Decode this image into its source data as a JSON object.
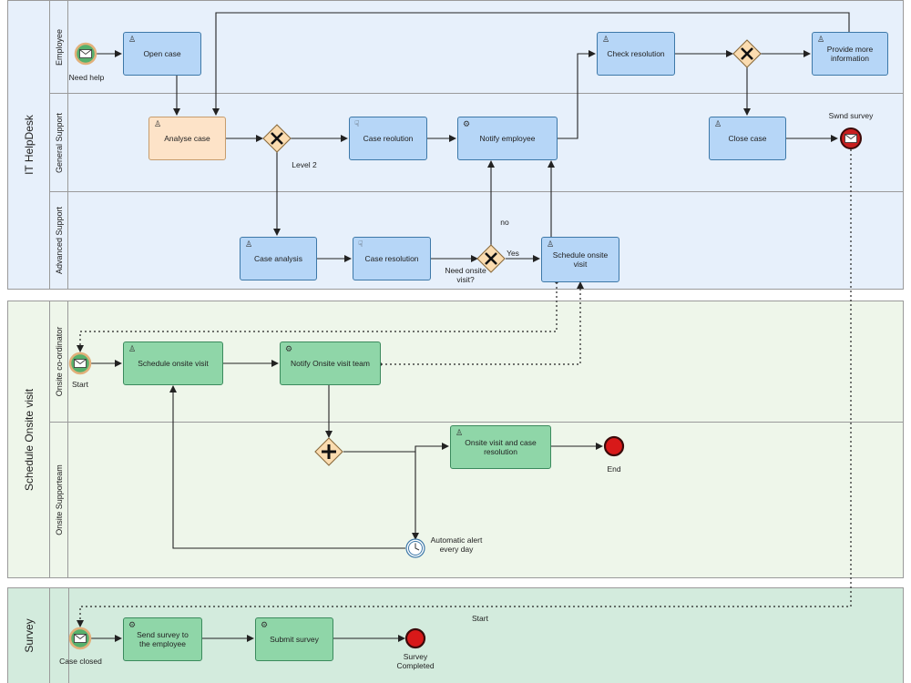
{
  "pools": {
    "it": {
      "label": "IT HelpDesk",
      "lanes": {
        "employee": "Employee",
        "general": "General Support",
        "advanced": "Advanced Support"
      }
    },
    "onsite": {
      "label": "Schedule Onsite visit",
      "lanes": {
        "coordinator": "Onsite co-ordinator",
        "support": "Onsite Supporteam"
      }
    },
    "survey": {
      "label": "Survey"
    }
  },
  "tasks": {
    "open_case": "Open case",
    "check_resolution": "Check resolution",
    "provide_info": "Provide more information",
    "analyse_case": "Analyse case",
    "case_reolution": "Case reolution",
    "notify_employee": "Notify employee",
    "close_case": "Close case",
    "case_analysis": "Case analysis",
    "case_resolution": "Case resolution",
    "schedule_visit_it": "Schedule onsite visit",
    "schedule_visit": "Schedule onsite visit",
    "notify_team": "Notify Onsite visit team",
    "onsite_visit_resolution": "Onsite visit and case resolution",
    "send_survey": "Send survey to the employee",
    "submit_survey": "Submit survey"
  },
  "labels": {
    "need_help": "Need help",
    "level2": "Level 2",
    "no": "no",
    "yes": "Yes",
    "need_onsite": "Need onsite visit?",
    "send_survey_event": "Swnd survey",
    "start1": "Start",
    "end1": "End",
    "auto_alert": "Automatic alert every day",
    "start2": "Start",
    "case_closed": "Case closed",
    "survey_completed": "Survey Completed"
  },
  "colors": {
    "it_pool": "#e7f0fb",
    "onsite_pool": "#eef6ea",
    "survey_pool": "#d3ebdd",
    "task_blue": "#b6d6f7",
    "task_orange": "#fde3c8",
    "task_green": "#8fd6a8",
    "gateway": "#fbdcb0",
    "message_start": "#56b06c",
    "message_end": "#c81f1f"
  },
  "icons": {
    "user_task": "user-icon",
    "service_task": "gear-icon",
    "manual_task": "hand-icon",
    "message_event": "envelope-icon",
    "timer_event": "clock-icon",
    "exclusive_gateway": "x-gateway-icon",
    "parallel_gateway": "plus-gateway-icon"
  }
}
